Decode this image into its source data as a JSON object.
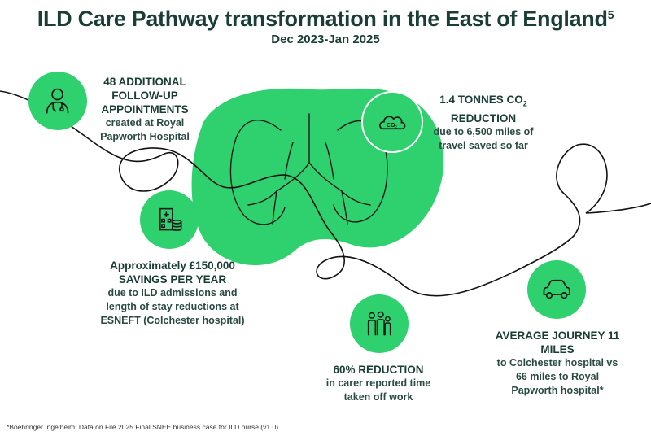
{
  "header": {
    "title": "ILD Care Pathway transformation in the East of England",
    "title_superscript": "5",
    "subtitle": "Dec 2023-Jan 2025"
  },
  "colors": {
    "accent_green": "#2fd06e",
    "text_dark": "#1a3d35"
  },
  "stats": {
    "followup": {
      "icon": "doctor-icon",
      "head": "48 ADDITIONAL FOLLOW-UP APPOINTMENTS",
      "body": "created at Royal Papworth Hospital"
    },
    "co2": {
      "icon": "co2-cloud-icon",
      "head": "1.4 TONNES CO",
      "head_sub": "2",
      "head_end": " REDUCTION",
      "body": "due to 6,500 miles of travel saved so far"
    },
    "savings": {
      "icon": "hospital-coins-icon",
      "head": "Approximately £150,000 SAVINGS PER YEAR",
      "body": "due to ILD admissions and length of stay reductions at ESNEFT (Colchester hospital)"
    },
    "carer": {
      "icon": "family-icon",
      "head": "60% REDUCTION",
      "body": "in carer reported time taken off work"
    },
    "journey": {
      "icon": "car-icon",
      "head": "AVERAGE JOURNEY 11 MILES",
      "body": "to Colchester hospital vs 66 miles to Royal Papworth hospital*"
    }
  },
  "footnote": "*Boehringer Ingelheim, Data on File 2025 Final SNEE business case for ILD nurse (v1.0)."
}
